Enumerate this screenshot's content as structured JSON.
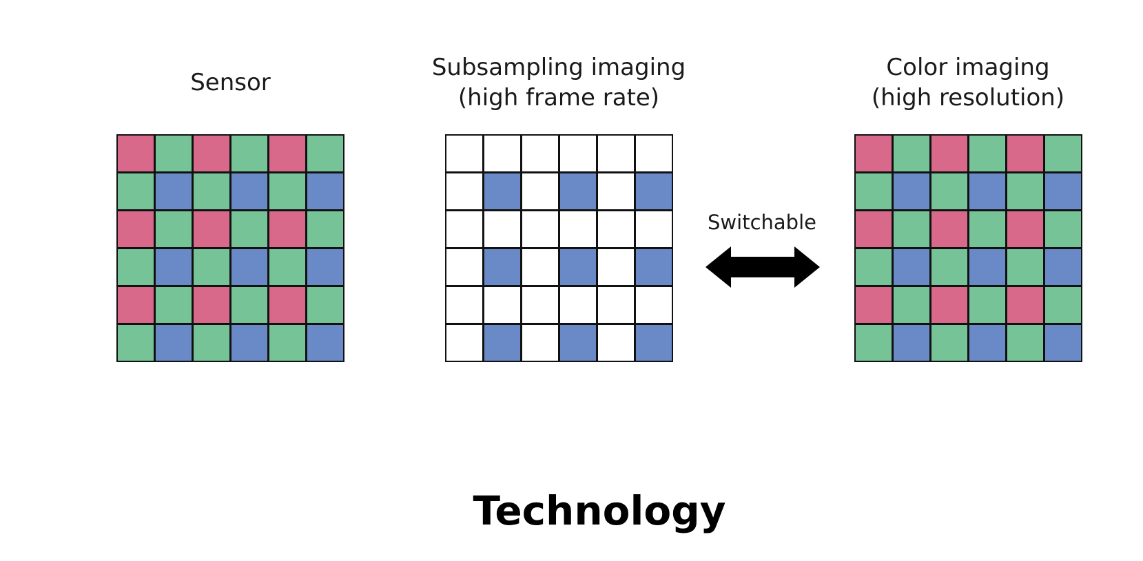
{
  "colors": {
    "red": "#d8698a",
    "green": "#76c398",
    "blue": "#6a89c7",
    "empty": "#ffffff",
    "border": "#111111"
  },
  "panels": [
    {
      "id": "sensor",
      "title_lines": [
        "Sensor"
      ],
      "pattern": [
        [
          "R",
          "G",
          "R",
          "G",
          "R",
          "G"
        ],
        [
          "G",
          "B",
          "G",
          "B",
          "G",
          "B"
        ],
        [
          "R",
          "G",
          "R",
          "G",
          "R",
          "G"
        ],
        [
          "G",
          "B",
          "G",
          "B",
          "G",
          "B"
        ],
        [
          "R",
          "G",
          "R",
          "G",
          "R",
          "G"
        ],
        [
          "G",
          "B",
          "G",
          "B",
          "G",
          "B"
        ]
      ]
    },
    {
      "id": "subsampling",
      "title_lines": [
        "Subsampling imaging",
        "(high frame rate)"
      ],
      "pattern": [
        [
          "W",
          "W",
          "W",
          "W",
          "W",
          "W"
        ],
        [
          "W",
          "B",
          "W",
          "B",
          "W",
          "B"
        ],
        [
          "W",
          "W",
          "W",
          "W",
          "W",
          "W"
        ],
        [
          "W",
          "B",
          "W",
          "B",
          "W",
          "B"
        ],
        [
          "W",
          "W",
          "W",
          "W",
          "W",
          "W"
        ],
        [
          "W",
          "B",
          "W",
          "B",
          "W",
          "B"
        ]
      ]
    },
    {
      "id": "color",
      "title_lines": [
        "Color imaging",
        "(high resolution)"
      ],
      "pattern": [
        [
          "R",
          "G",
          "R",
          "G",
          "R",
          "G"
        ],
        [
          "G",
          "B",
          "G",
          "B",
          "G",
          "B"
        ],
        [
          "R",
          "G",
          "R",
          "G",
          "R",
          "G"
        ],
        [
          "G",
          "B",
          "G",
          "B",
          "G",
          "B"
        ],
        [
          "R",
          "G",
          "R",
          "G",
          "R",
          "G"
        ],
        [
          "G",
          "B",
          "G",
          "B",
          "G",
          "B"
        ]
      ]
    }
  ],
  "switch": {
    "label": "Switchable",
    "icon": "double-headed-arrow-icon"
  },
  "footer": {
    "title": "Technology"
  }
}
